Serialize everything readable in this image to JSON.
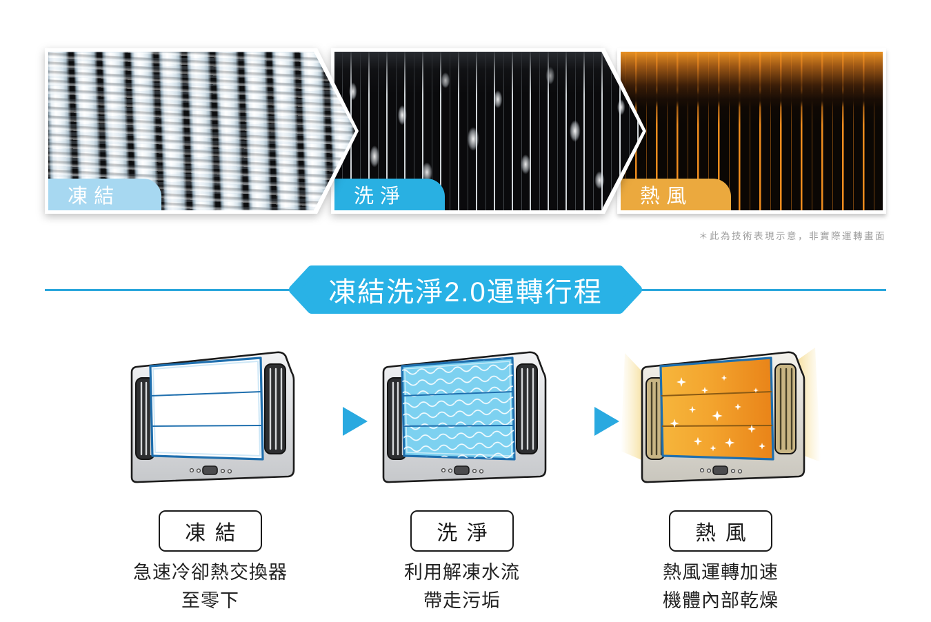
{
  "stage_photos": {
    "panels": [
      {
        "badge": "凍結",
        "badge_color": "#a7d8f1",
        "photo_alt": "frost-covered heat-exchanger fins"
      },
      {
        "badge": "洗淨",
        "badge_color": "#29b0e2",
        "photo_alt": "defrost water droplets washing the fins"
      },
      {
        "badge": "熱風",
        "badge_color": "#eba93e",
        "photo_alt": "heated fins glowing orange"
      }
    ],
    "disclaimer": "＊此為技術表現示意，非實際運轉畫面"
  },
  "banner": {
    "title": "凍結洗淨2.0運轉行程",
    "color": "#29b2e6"
  },
  "steps": [
    {
      "label": "凍結",
      "caption_line1": "急速冷卻熱交換器",
      "caption_line2": "至零下"
    },
    {
      "label": "洗淨",
      "caption_line1": "利用解凍水流",
      "caption_line2": "帶走污垢"
    },
    {
      "label": "熱風",
      "caption_line1": "熱風運轉加速",
      "caption_line2": "機體內部乾燥"
    }
  ],
  "arrow_color": "#29a9e0"
}
